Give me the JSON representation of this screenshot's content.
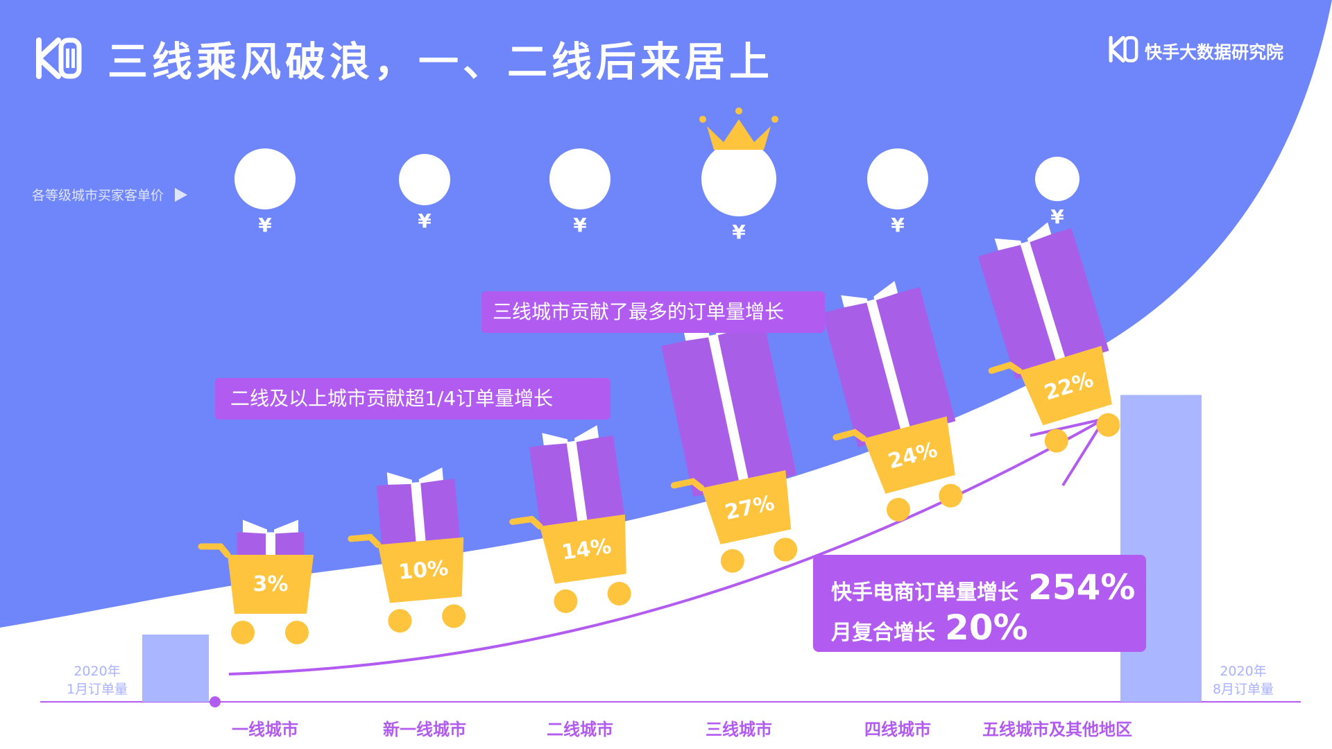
{
  "title": "三线乘风破浪，一、二线后来居上",
  "brand": "快手大数据研究院",
  "price_label": "各等级城市买家客单价",
  "currency_symbol": "¥",
  "callouts": {
    "third_tier": "三线城市贡献了最多的订单量增长",
    "second_and_above": "二线及以上城市贡献超1/4订单量增长"
  },
  "summary": {
    "growth_label": "快手电商订单量增长",
    "growth_value": "254%",
    "monthly_label": "月复合增长",
    "monthly_value": "20%"
  },
  "start_bar": {
    "year": "2020年",
    "label": "1月订单量"
  },
  "end_bar": {
    "year": "2020年",
    "label": "8月订单量"
  },
  "colors": {
    "background_blue": "#6f86fb",
    "accent_purple": "#b25bf0",
    "cart_yellow": "#ffc43d",
    "gift_purple": "#a95ee8",
    "bar_light": "#aab6ff"
  },
  "chart_data": {
    "type": "bar",
    "title": "三线乘风破浪，一、二线后来居上",
    "categories": [
      "一线城市",
      "新一线城市",
      "二线城市",
      "三线城市",
      "四线城市",
      "五线城市及其他地区"
    ],
    "series": [
      {
        "values": [
          3,
          10,
          14,
          27,
          24,
          22
        ],
        "labels": [
          "3%",
          "10%",
          "14%",
          "27%",
          "24%",
          "22%"
        ]
      }
    ],
    "start_value": 1.0,
    "end_value": 3.54,
    "highlight": "三线城市"
  }
}
